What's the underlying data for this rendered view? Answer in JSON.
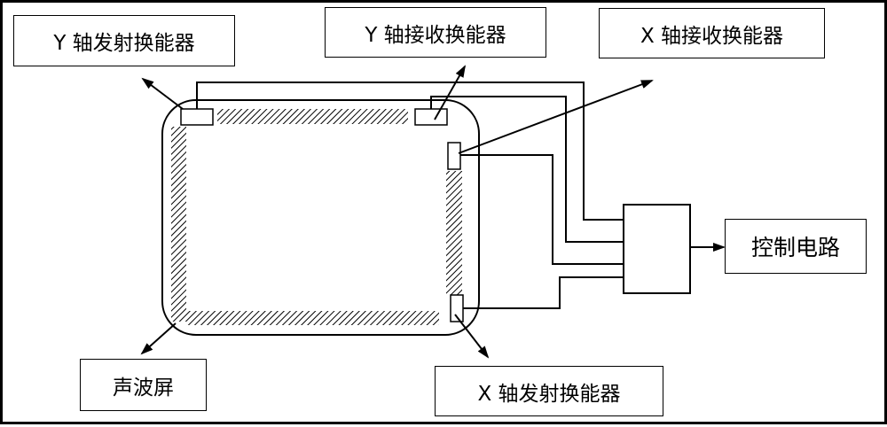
{
  "labels": {
    "y_transmit": "Y 轴发射换能器",
    "y_receive": "Y 轴接收换能器",
    "x_receive": "X 轴接收换能器",
    "control_circuit": "控制电路",
    "acoustic_screen": "声波屏",
    "x_transmit": "X 轴发射换能器"
  }
}
